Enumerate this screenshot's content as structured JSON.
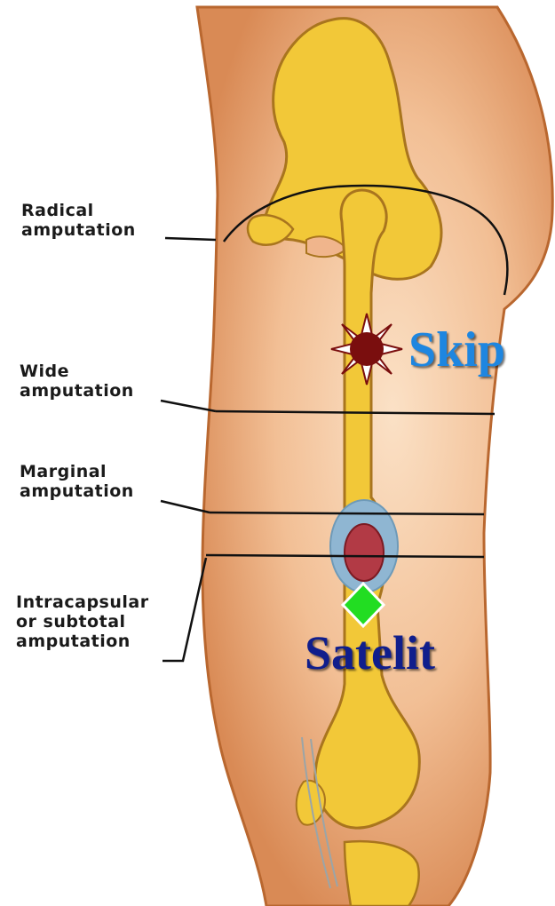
{
  "labels": {
    "radical": [
      "Radical",
      "amputation"
    ],
    "wide": [
      "Wide",
      "amputation"
    ],
    "marginal": [
      "Marginal",
      "amputation"
    ],
    "intracapsular": [
      "Intracapsular",
      "or subtotal",
      "amputation"
    ]
  },
  "annotations": {
    "skip": "Skip",
    "satelit": "Satelit"
  },
  "colors": {
    "skin": "#f0b58c",
    "skin_dark": "#c9703f",
    "bone": "#f2c838",
    "bone_outline": "#a9751e",
    "reactive_zone": "#8fb6d2",
    "tumor": "#b23a45",
    "skip_lesion": "#7a0e0e",
    "satellite_marker": "#22dd22",
    "skip_text": "#1e86e0",
    "satelit_text": "#101e8c"
  }
}
